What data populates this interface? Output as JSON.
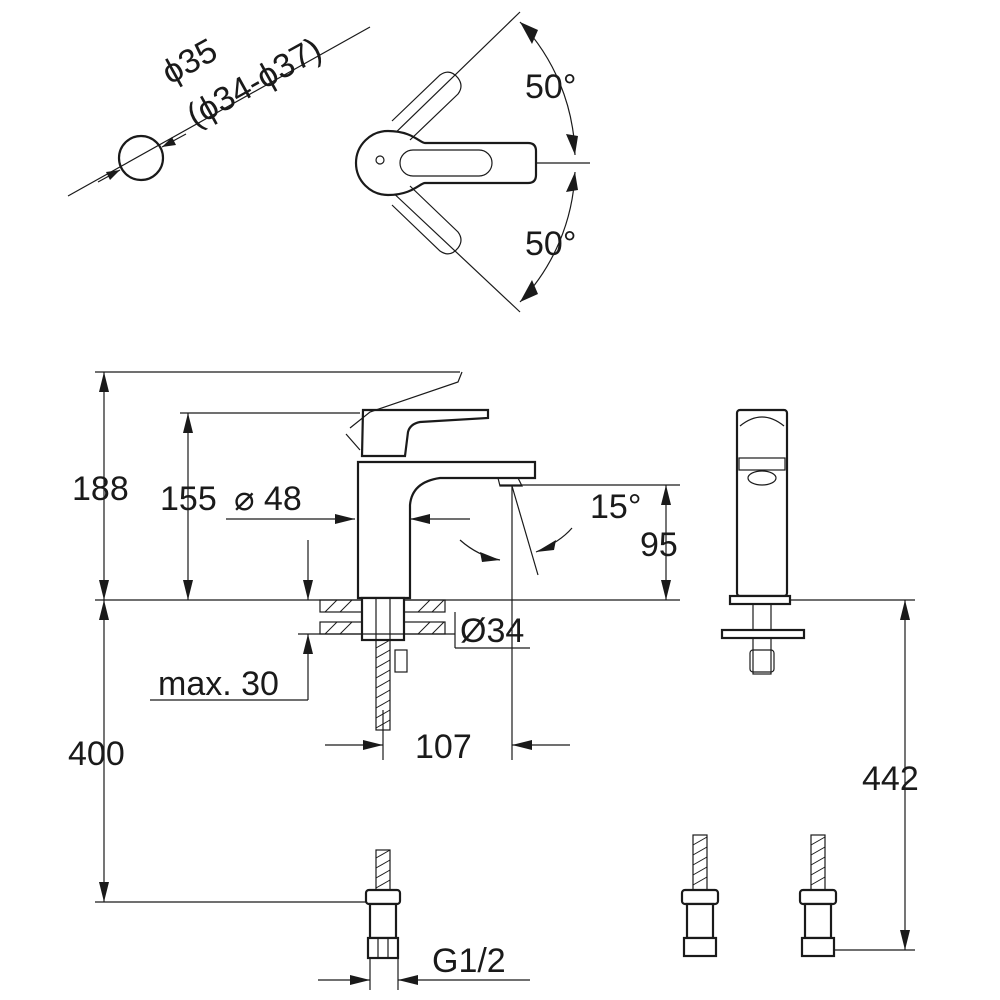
{
  "dimensions": {
    "hole_diameter": "ϕ35",
    "hole_range": "(ϕ34-ϕ37)",
    "angle_up": "50°",
    "angle_down": "50°",
    "height_total": "188",
    "height_spout": "155",
    "body_diameter": "⌀ 48",
    "spray_angle": "15°",
    "spout_clearance": "95",
    "base_diameter": "Ø34",
    "max_thickness": "max. 30",
    "hose_length": "400",
    "projection": "107",
    "hose_length_right": "442",
    "thread": "G1/2"
  }
}
